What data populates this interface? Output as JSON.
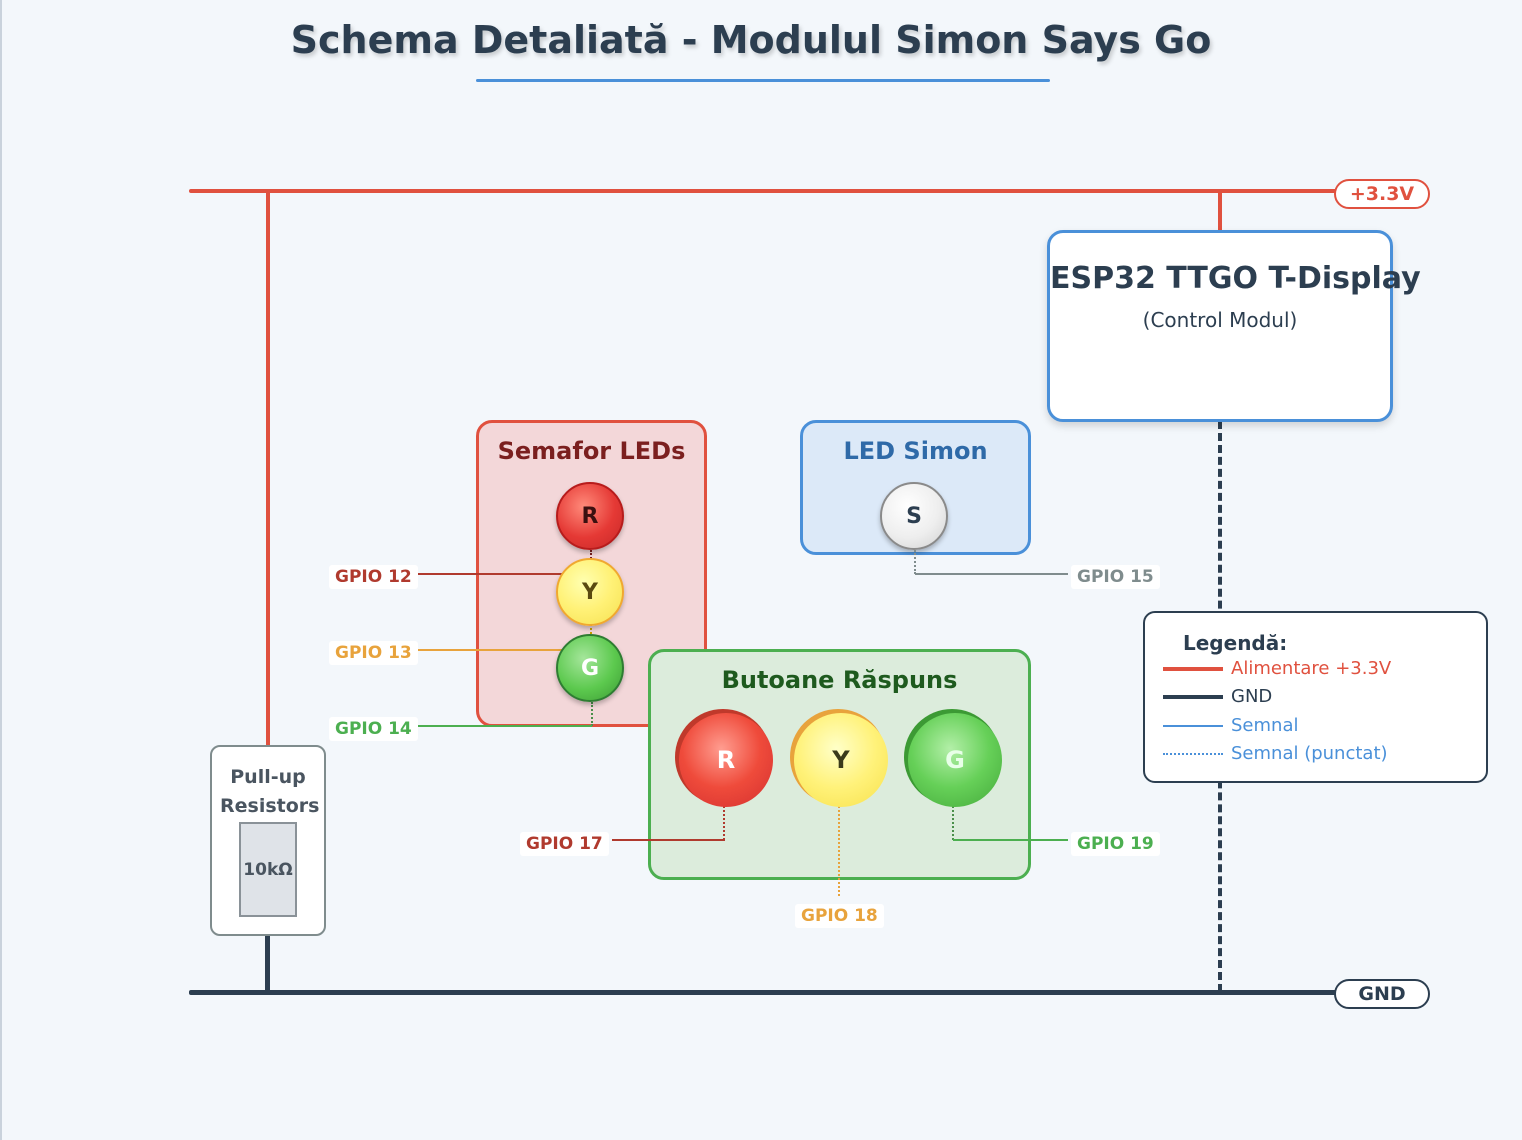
{
  "title": "Schema Detaliată - Modulul Simon Says Go",
  "rails": {
    "power_label": "+3.3V",
    "ground_label": "GND"
  },
  "esp32": {
    "title": "ESP32 TTGO T-Display",
    "subtitle": "(Control Modul)"
  },
  "semafor": {
    "title": "Semafor LEDs",
    "leds": [
      {
        "letter": "R",
        "gpio": "GPIO 12"
      },
      {
        "letter": "Y",
        "gpio": "GPIO 13"
      },
      {
        "letter": "G",
        "gpio": "GPIO 14"
      }
    ]
  },
  "simon_led": {
    "title": "LED Simon",
    "letter": "S",
    "gpio": "GPIO 15"
  },
  "buttons": {
    "title": "Butoane Răspuns",
    "items": [
      {
        "letter": "R",
        "gpio": "GPIO 17"
      },
      {
        "letter": "Y",
        "gpio": "GPIO 18"
      },
      {
        "letter": "G",
        "gpio": "GPIO 19"
      }
    ]
  },
  "pullup": {
    "title": "Pull-up Resistors",
    "value": "10kΩ"
  },
  "legend": {
    "title": "Legendă:",
    "items": [
      {
        "label": "Alimentare +3.3V",
        "style": "power"
      },
      {
        "label": "GND",
        "style": "ground"
      },
      {
        "label": "Semnal",
        "style": "signal"
      },
      {
        "label": "Semnal (punctat)",
        "style": "signal-dotted"
      }
    ]
  },
  "colors": {
    "power": "#e0513f",
    "ground": "#2c3e50",
    "signal": "#4a90d9",
    "red": "#e74c3c",
    "yellow": "#f1c40f",
    "green": "#4caf50",
    "gray": "#7f8c8d"
  }
}
